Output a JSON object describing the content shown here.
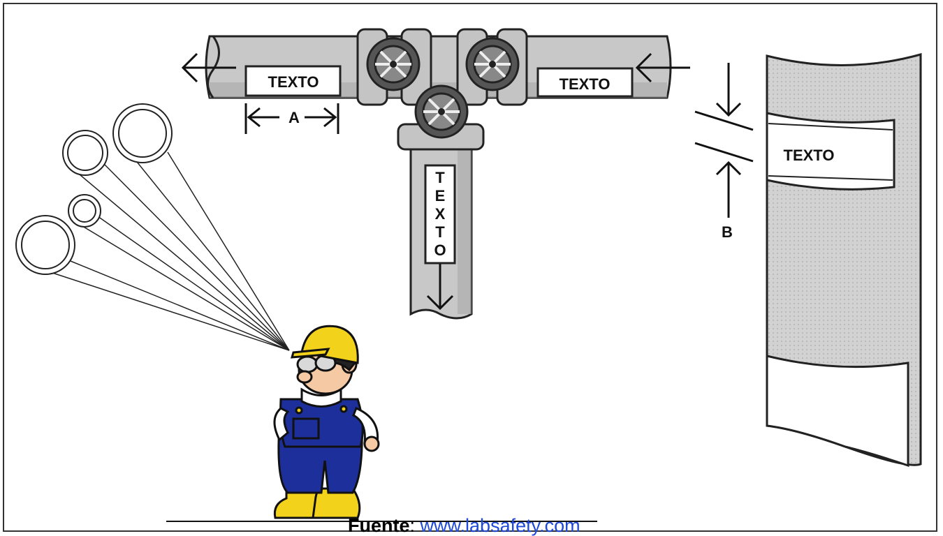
{
  "labels": {
    "pipe_left": "TEXTO",
    "pipe_right": "TEXTO",
    "pipe_vertical": [
      "T",
      "E",
      "X",
      "T",
      "O"
    ],
    "tank": "TEXTO",
    "dim_a": "A",
    "dim_b": "B"
  },
  "source": {
    "prefix": "Fuente",
    "separator": ": ",
    "link_text": "www.labsafety.com"
  },
  "colors": {
    "pipe": "#c8c8c8",
    "pipe_shadow": "#9a9a9a",
    "valve": "#555555",
    "helmet": "#f2d21b",
    "overalls": "#1c2f9a",
    "boots": "#f2d21b",
    "link": "#1f49d8"
  }
}
